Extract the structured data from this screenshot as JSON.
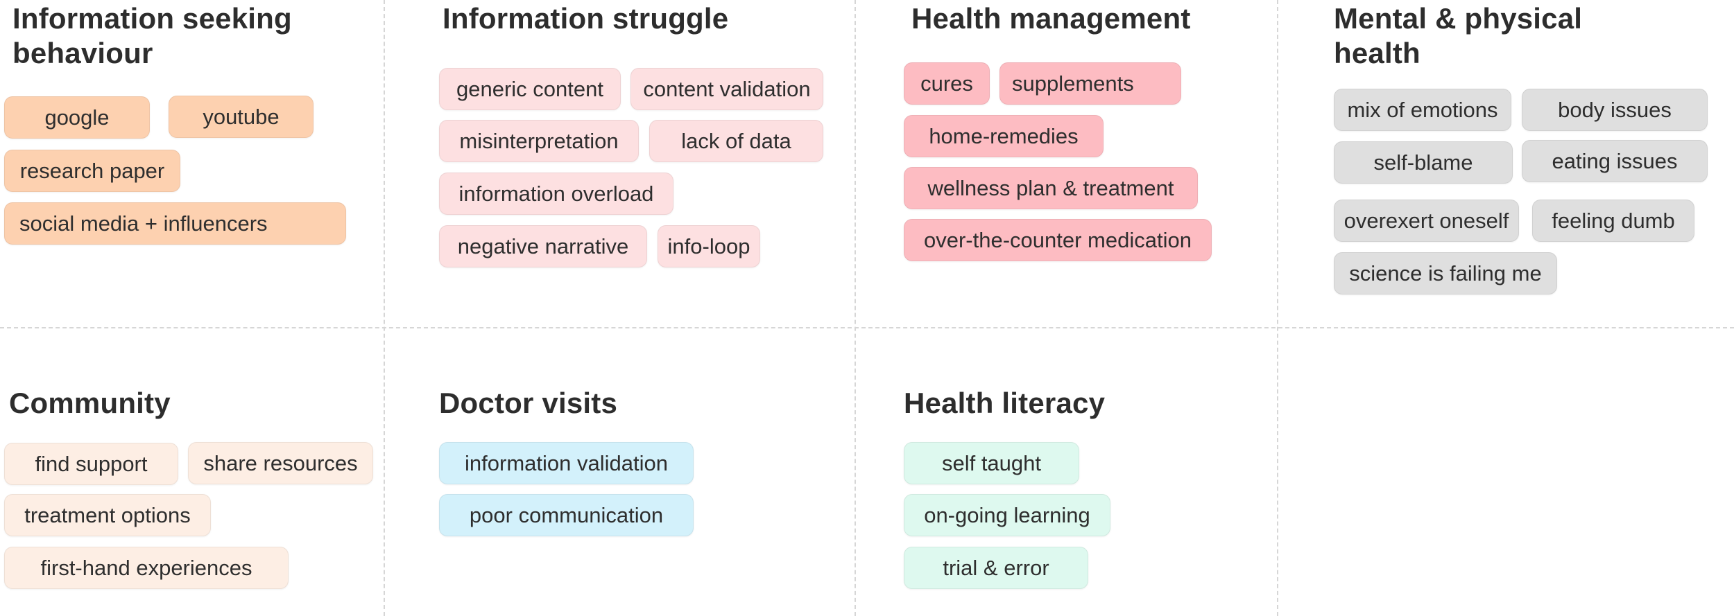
{
  "board": {
    "sections": [
      {
        "title": "Information seeking behaviour",
        "tags": [
          "google",
          "youtube",
          "research paper",
          "social media + influencers"
        ]
      },
      {
        "title": "Information struggle",
        "tags": [
          "generic content",
          "content validation",
          "misinterpretation",
          "lack of data",
          "information overload",
          "negative narrative",
          "info-loop"
        ]
      },
      {
        "title": "Health management",
        "tags": [
          "cures",
          "supplements",
          "home-remedies",
          "wellness plan & treatment",
          "over-the-counter medication"
        ]
      },
      {
        "title": "Mental & physical health",
        "tags": [
          "mix of emotions",
          "body issues",
          "self-blame",
          "eating issues",
          "overexert oneself",
          "feeling dumb",
          "science is failing me"
        ]
      },
      {
        "title": "Community",
        "tags": [
          "find support",
          "share resources",
          "treatment options",
          "first-hand experiences"
        ]
      },
      {
        "title": "Doctor visits",
        "tags": [
          "information validation",
          "poor communication"
        ]
      },
      {
        "title": "Health literacy",
        "tags": [
          "self taught",
          "on-going learning",
          "trial & error"
        ]
      }
    ]
  },
  "colors": {
    "seeking": "#fdd1b0",
    "struggle": "#fde0e1",
    "management": "#fdbcc2",
    "mental": "#dfdfdf",
    "community": "#fdeee4",
    "doctor": "#d3f1fb",
    "literacy": "#def9ef"
  }
}
